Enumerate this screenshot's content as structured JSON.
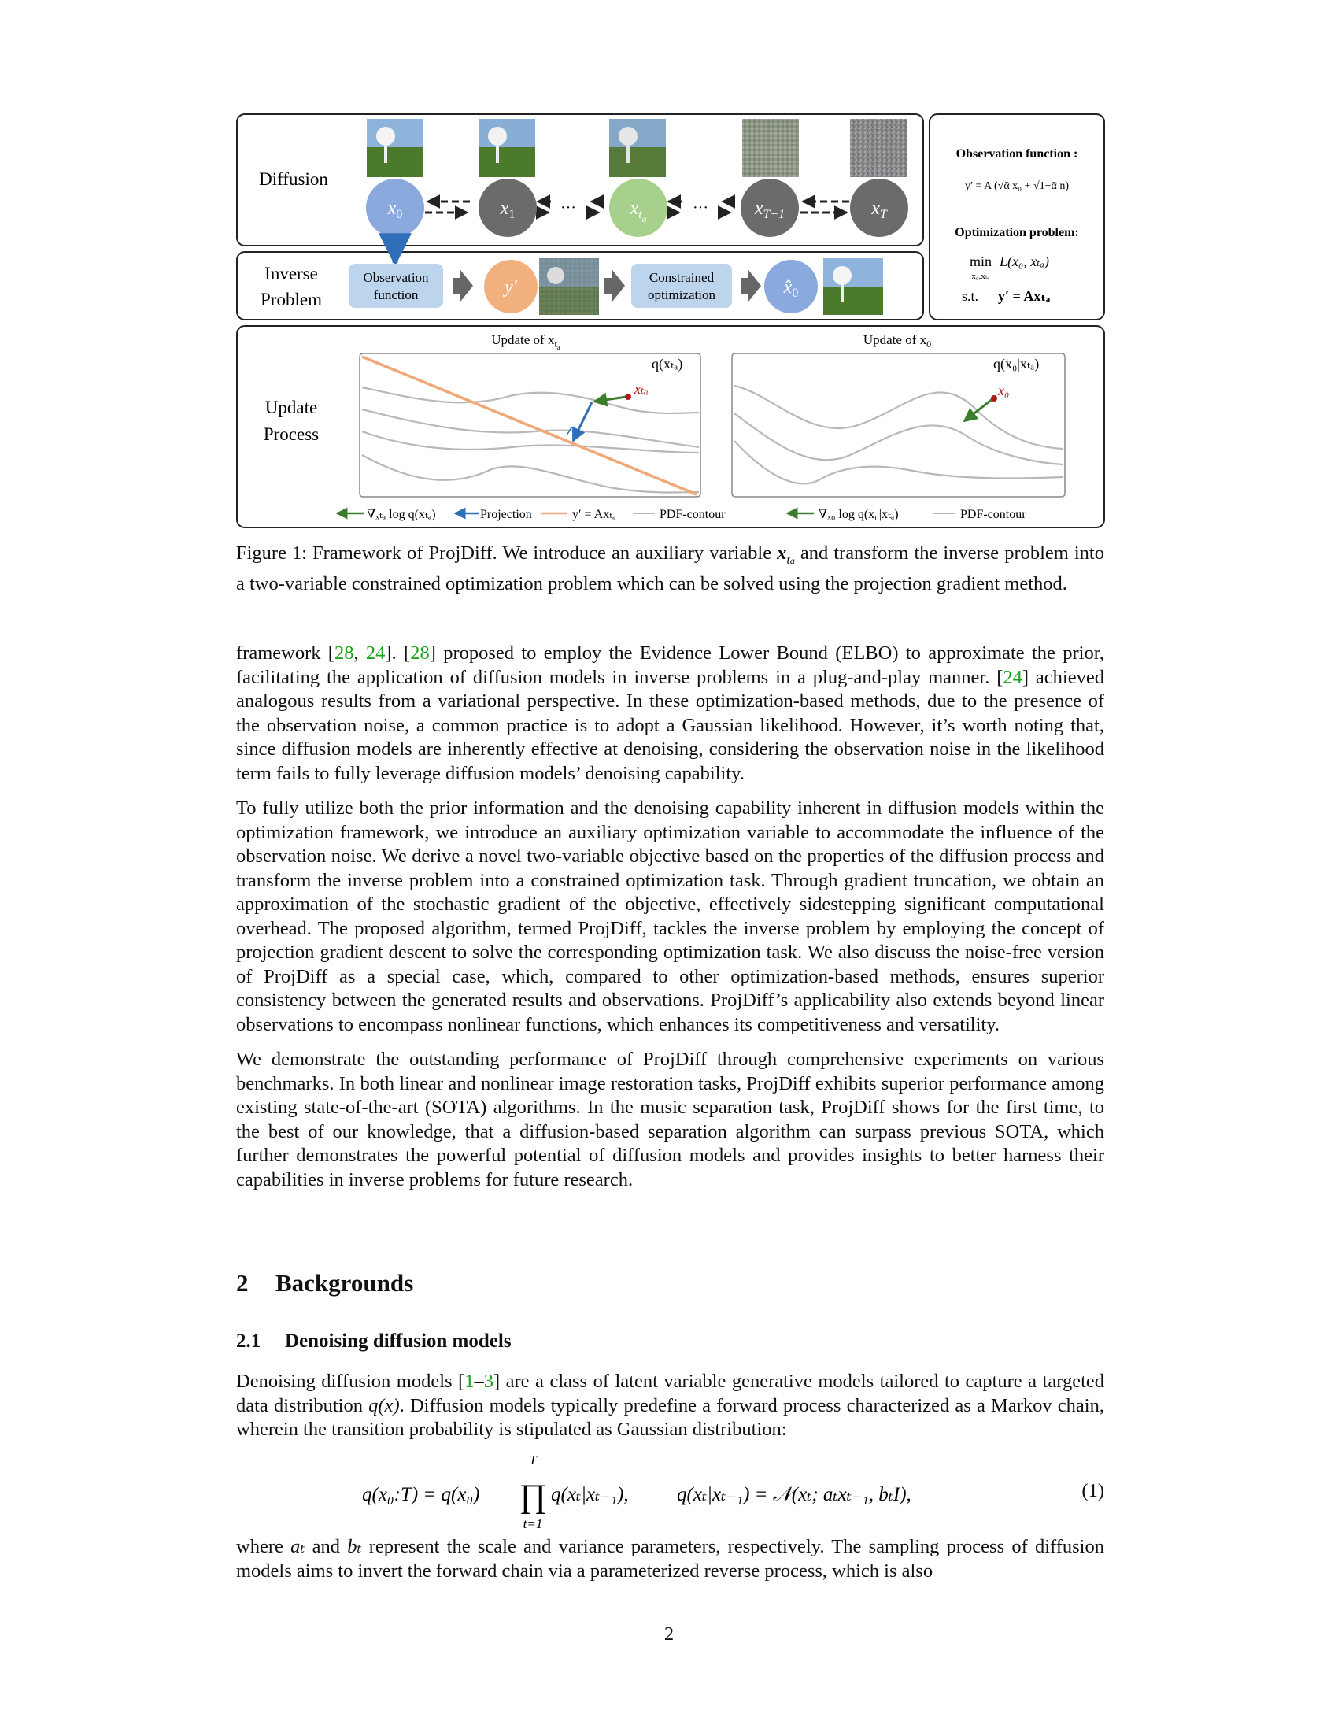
{
  "figure": {
    "rows": {
      "diffusion": "Diffusion",
      "inverse_l1": "Inverse",
      "inverse_l2": "Problem",
      "update_l1": "Update",
      "update_l2": "Process"
    },
    "nodes": [
      "x",
      "x",
      "x",
      "x",
      "x"
    ],
    "node_subs": [
      "0",
      "1",
      "t",
      "T−1",
      "T"
    ],
    "node_subsub": "a",
    "ellipsis": "···",
    "observation_box": [
      "Observation",
      "function"
    ],
    "y_prime": "y′",
    "constrained_box": [
      "Constrained",
      "optimization"
    ],
    "x0_hat": "x̂",
    "x0_hat_sub": "0",
    "side_panel": {
      "obs_title": "Observation function :",
      "obs_formula": "y′ = A (√ᾱ x₀ + √1−ᾱ n)",
      "opt_title": "Optimization problem:",
      "opt_min": "min",
      "opt_min_sub": "x₀,xₜₐ",
      "opt_objective": "L(x₀, xₜₐ)",
      "opt_st": "s.t.",
      "opt_constraint": "y′ = Axₜₐ"
    },
    "update_left": {
      "title": "Update of x",
      "title_sub": "t",
      "title_subsub": "a",
      "dist": "q(xₜₐ)",
      "point": "xₜₐ"
    },
    "update_right": {
      "title": "Update of x",
      "title_sub": "0",
      "dist": "q(x₀|xₜₐ)",
      "point": "x₀"
    },
    "legend_left": {
      "grad": "∇ₓₜₐ log q(xₜₐ)",
      "projection": "Projection",
      "line": "y′ = Axₜₐ",
      "contour": "PDF-contour"
    },
    "legend_right": {
      "grad": "∇ₓ₀ log q(x₀|xₜₐ)",
      "contour": "PDF-contour"
    },
    "colors": {
      "blue_node": "#8aa9dc",
      "grey_node": "#6b6b6b",
      "green_node": "#a6d08c",
      "orange_node": "#f2b07e",
      "box_fill": "#bcd4ec",
      "proj_line": "#f0a878",
      "grad_arrow": "#3b7d2b",
      "proj_arrow": "#2f6fba",
      "point": "#b01818"
    }
  },
  "caption": {
    "a": "Figure 1: Framework of ProjDiff. We introduce an auxiliary variable ",
    "var": "x",
    "var_sub": "t",
    "var_subsub": "a",
    "b": " and transform the inverse problem into a two-variable constrained optimization problem which can be solved using the projection gradient method."
  },
  "p1": {
    "a": "framework [",
    "c1": "28",
    "sep1": ", ",
    "c2": "24",
    "b": "]. [",
    "c3": "28",
    "c": "] proposed to employ the Evidence Lower Bound (ELBO) to approximate the prior, facilitating the application of diffusion models in inverse problems in a plug-and-play manner. [",
    "c4": "24",
    "d": "] achieved analogous results from a variational perspective. In these optimization-based methods, due to the presence of the observation noise, a common practice is to adopt a Gaussian likelihood. However, it’s worth noting that, since diffusion models are inherently effective at denoising, considering the observation noise in the likelihood term fails to fully leverage diffusion models’ denoising capability."
  },
  "p2": "To fully utilize both the prior information and the denoising capability inherent in diffusion models within the optimization framework, we introduce an auxiliary optimization variable to accommodate the influence of the observation noise. We derive a novel two-variable objective based on the properties of the diffusion process and transform the inverse problem into a constrained optimization task. Through gradient truncation, we obtain an approximation of the stochastic gradient of the objective, effectively sidestepping significant computational overhead. The proposed algorithm, termed ProjDiff, tackles the inverse problem by employing the concept of projection gradient descent to solve the corresponding optimization task. We also discuss the noise-free version of ProjDiff as a special case, which, compared to other optimization-based methods, ensures superior consistency between the generated results and observations. ProjDiff’s applicability also extends beyond linear observations to encompass nonlinear functions, which enhances its competitiveness and versatility.",
  "p3": "We demonstrate the outstanding performance of ProjDiff through comprehensive experiments on various benchmarks. In both linear and nonlinear image restoration tasks, ProjDiff exhibits superior performance among existing state-of-the-art (SOTA) algorithms. In the music separation task, ProjDiff shows for the first time, to the best of our knowledge, that a diffusion-based separation algorithm can surpass previous SOTA, which further demonstrates the powerful potential of diffusion models and provides insights to better harness their capabilities in inverse problems for future research.",
  "section": {
    "num": "2",
    "title": "Backgrounds"
  },
  "subsection": {
    "num": "2.1",
    "title": "Denoising diffusion models"
  },
  "p4": {
    "a": "Denoising diffusion models [",
    "c1": "1",
    "dash": "–",
    "c2": "3",
    "b": "] are a class of latent variable generative models tailored to capture a targeted data distribution ",
    "m": "q(x)",
    "c": ". Diffusion models typically predefine a forward process characterized as a Markov chain, wherein the transition probability is stipulated as Gaussian distribution:"
  },
  "equation": {
    "lhs": "q(x₀:T) = q(x₀)",
    "prod_top": "T",
    "prod_bottom": "t=1",
    "prod_body": "q(xₜ|xₜ₋₁),",
    "rhs": "q(xₜ|xₜ₋₁) = 𝒩(xₜ; aₜxₜ₋₁, bₜI),",
    "number": "(1)"
  },
  "p5": {
    "a": "where ",
    "m1": "aₜ",
    "b": " and ",
    "m2": "bₜ",
    "c": " represent the scale and variance parameters, respectively. The sampling process of diffusion models aims to invert the forward chain via a parameterized reverse process, which is also"
  },
  "page_number": "2"
}
